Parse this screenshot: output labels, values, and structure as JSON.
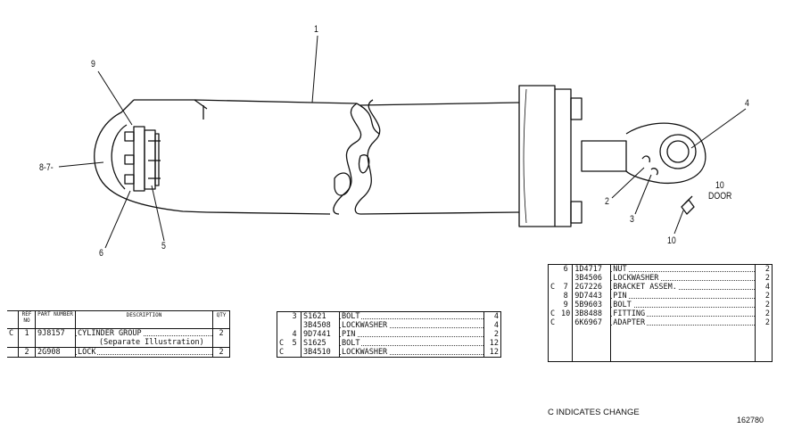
{
  "callouts": {
    "c1": "1",
    "c2": "2",
    "c3": "3",
    "c4": "4",
    "c5": "5",
    "c6": "6",
    "c87": "8-7-",
    "c9": "9",
    "c10": "10",
    "door_num": "10",
    "door_text": "DOOR"
  },
  "table_left": {
    "headers": {
      "ref": "REF NO",
      "part": "PART NUMBER",
      "desc": "DESCRIPTION",
      "qty": "QTY"
    },
    "rows": [
      {
        "mark": "C",
        "ref": "1",
        "part": "9J8157",
        "desc": "CYLINDER GROUP",
        "qty": "2"
      },
      {
        "mark": "",
        "ref": "",
        "part": "",
        "desc": "(Separate Illustration)",
        "qty": ""
      },
      {
        "mark": "",
        "ref": "2",
        "part": "2G908",
        "desc": "LOCK",
        "qty": "2"
      }
    ]
  },
  "table_mid": {
    "rows": [
      {
        "mark": "",
        "ref": "3",
        "part": "S1621",
        "desc": "BOLT",
        "qty": "4"
      },
      {
        "mark": "",
        "ref": "",
        "part": "3B4508",
        "desc": "LOCKWASHER",
        "qty": "4"
      },
      {
        "mark": "",
        "ref": "4",
        "part": "9D7441",
        "desc": "PIN",
        "qty": "2"
      },
      {
        "mark": "C",
        "ref": "5",
        "part": "S1625",
        "desc": "BOLT",
        "qty": "12"
      },
      {
        "mark": "C",
        "ref": "",
        "part": "3B4510",
        "desc": "LOCKWASHER",
        "qty": "12"
      }
    ]
  },
  "table_right": {
    "rows": [
      {
        "mark": "",
        "ref": "6",
        "part": "1D4717",
        "desc": "NUT",
        "qty": "2"
      },
      {
        "mark": "",
        "ref": "",
        "part": "3B4506",
        "desc": "LOCKWASHER",
        "qty": "2"
      },
      {
        "mark": "C",
        "ref": "7",
        "part": "2G7226",
        "desc": "BRACKET ASSEM.",
        "qty": "4"
      },
      {
        "mark": "",
        "ref": "8",
        "part": "9D7443",
        "desc": "PIN",
        "qty": "2"
      },
      {
        "mark": "",
        "ref": "9",
        "part": "5B9603",
        "desc": "BOLT",
        "qty": "2"
      },
      {
        "mark": "C",
        "ref": "10",
        "part": "3B8488",
        "desc": "FITTING",
        "qty": "2"
      },
      {
        "mark": "C",
        "ref": "",
        "part": "6K6967",
        "desc": "ADAPTER",
        "qty": "2"
      }
    ]
  },
  "footer": {
    "change_note": "C INDICATES CHANGE",
    "figure_number": "162780"
  }
}
